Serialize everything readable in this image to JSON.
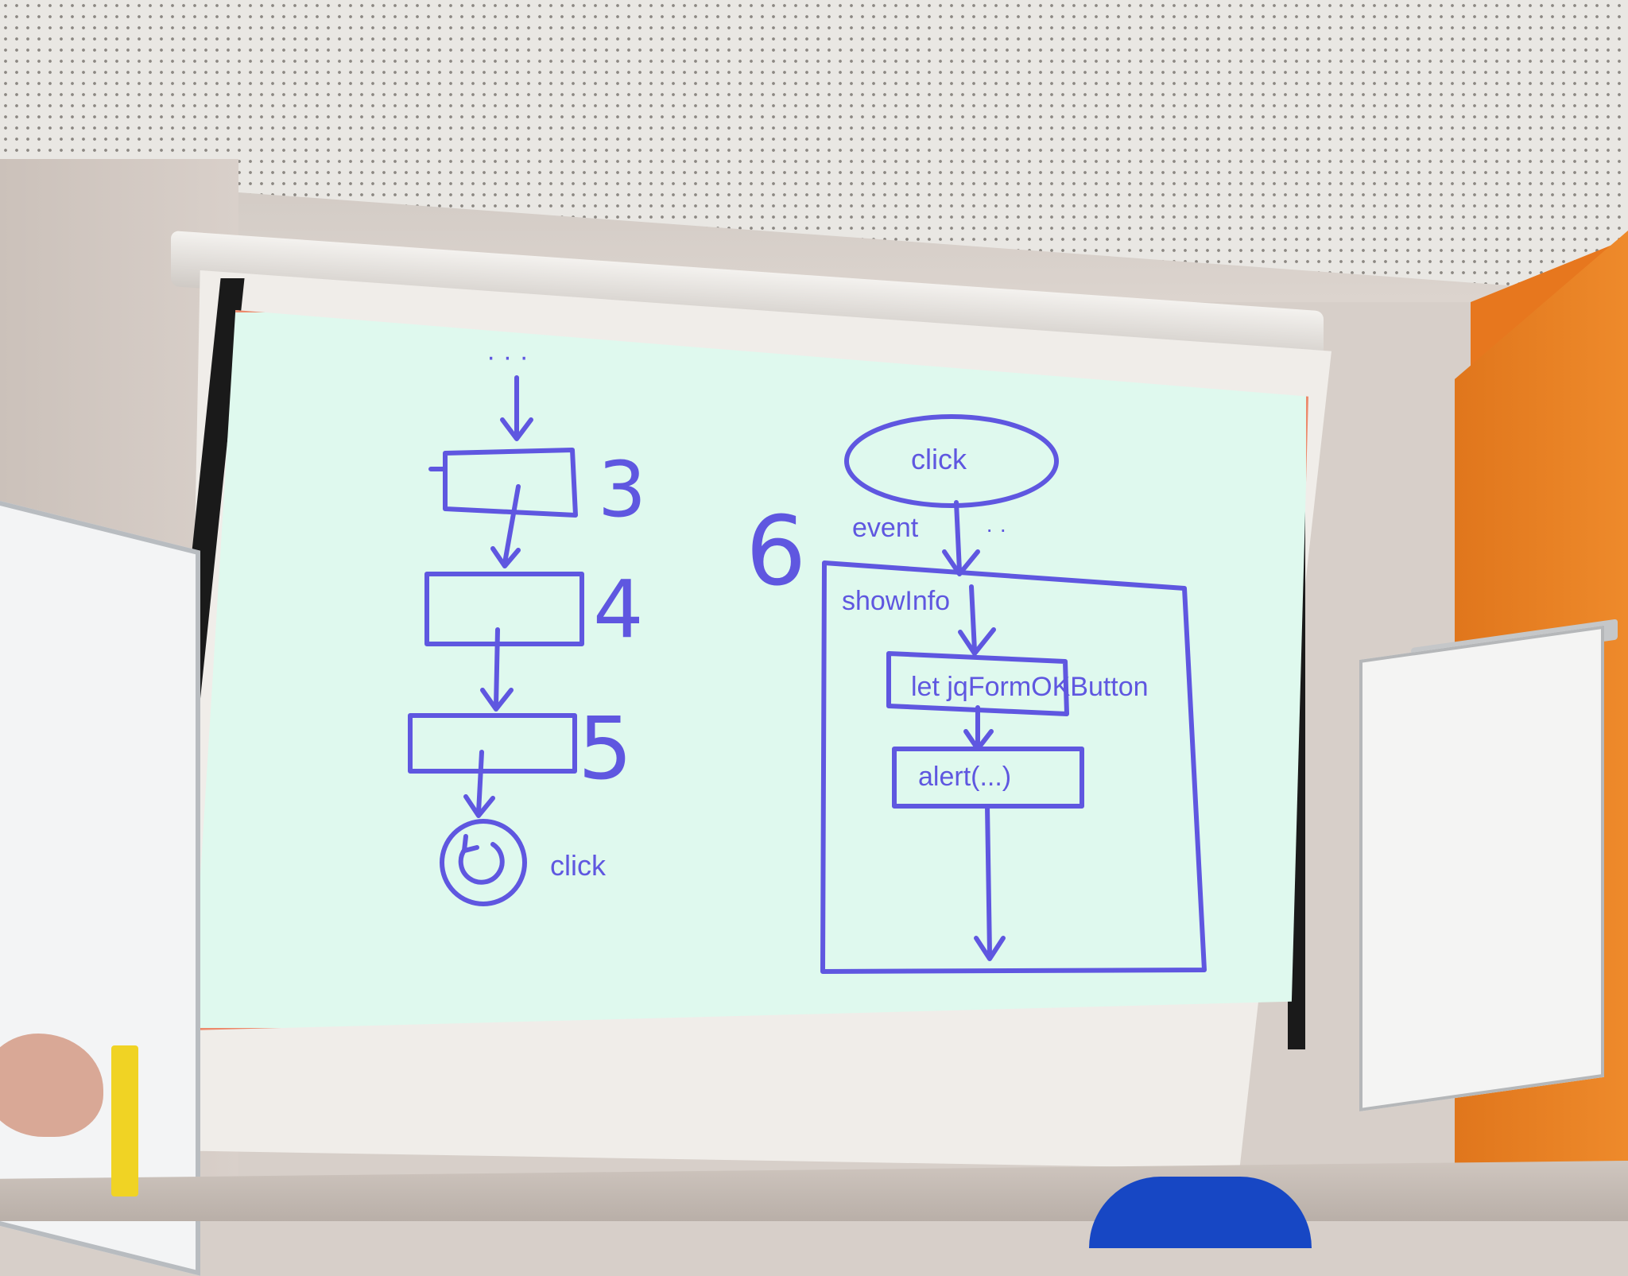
{
  "colors": {
    "ink": "#5f57e0",
    "projection_bg": "#dff9ee",
    "projection_border": "#ec8a6c",
    "orange_wall": "#e7771e",
    "chair": "#1747c4"
  },
  "left_flow": {
    "top_ellipsis": "· · ·",
    "step_numbers": [
      "3",
      "4",
      "5"
    ],
    "loop_icon": "refresh-icon",
    "click_label": "click"
  },
  "right_flow": {
    "step_number": "6",
    "event_ellipse": "click",
    "event_label": "event",
    "ellipsis": "· ·",
    "function_name": "showInfo",
    "statements": [
      "let jqFormOKButton",
      "alert(...)"
    ]
  }
}
